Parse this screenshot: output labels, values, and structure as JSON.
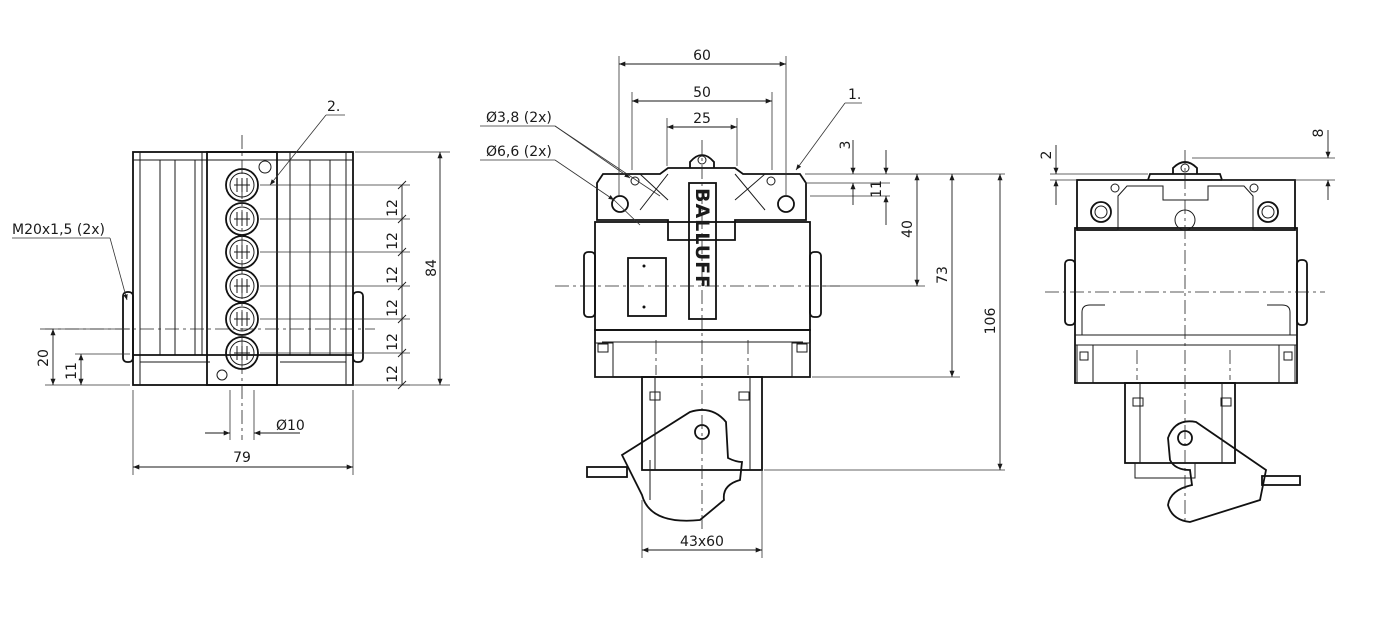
{
  "brand": "BALLUFF",
  "callouts": {
    "one": "1.",
    "two": "2."
  },
  "left_view": {
    "thread_label": "M20x1,5 (2x)",
    "dim_width": "79",
    "dim_height": "84",
    "dim_pitch": [
      "12",
      "12",
      "12",
      "12",
      "12",
      "12"
    ],
    "dim_20": "20",
    "dim_11": "11",
    "dim_dia10": "Ø10"
  },
  "middle_view": {
    "hole_small": "Ø3,8 (2x)",
    "hole_large": "Ø6,6 (2x)",
    "dim_60": "60",
    "dim_50": "50",
    "dim_25": "25",
    "dim_3": "3",
    "dim_11": "11",
    "dim_40": "40",
    "dim_73": "73",
    "dim_106": "106",
    "dim_lever": "43x60"
  },
  "right_view": {
    "dim_2": "2",
    "dim_8": "8"
  },
  "colors": {
    "line": "#1a1a1a",
    "background": "#ffffff"
  }
}
